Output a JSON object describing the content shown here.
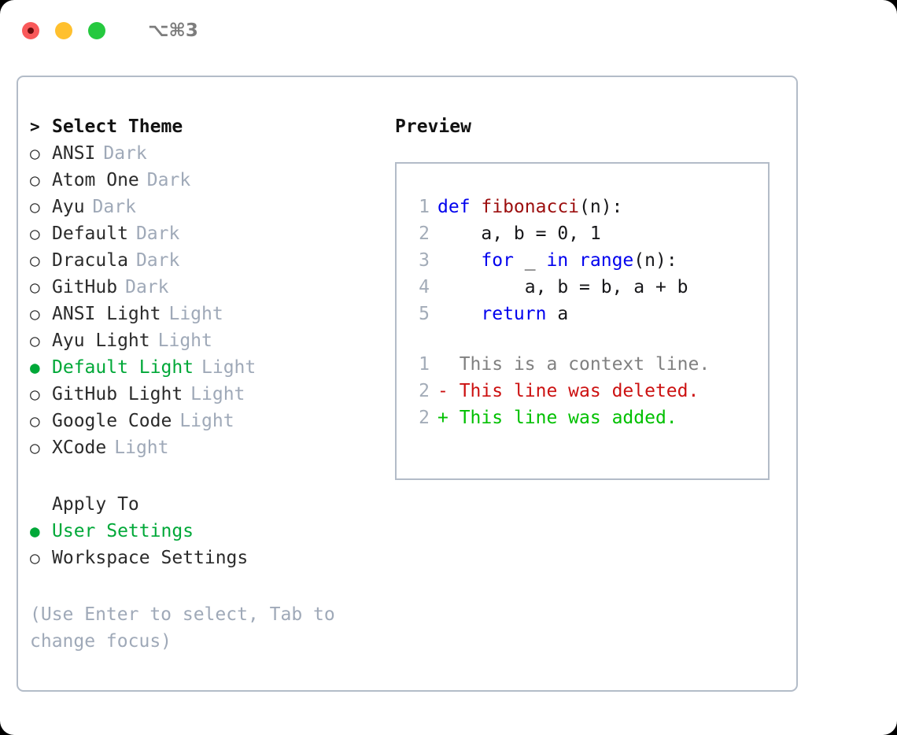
{
  "titlebar": {
    "lights": [
      {
        "name": "close-button",
        "color": "#f9595a"
      },
      {
        "name": "minimize-button",
        "color": "#ffc02e"
      },
      {
        "name": "maximize-button",
        "color": "#25c93f"
      }
    ],
    "shortcut": "⌥⌘3"
  },
  "theme_picker": {
    "prompt_marker": ">",
    "heading": "Select Theme",
    "bullet_unselected": "○",
    "bullet_selected": "●",
    "items": [
      {
        "name": "ANSI",
        "variant": "Dark",
        "selected": false
      },
      {
        "name": "Atom One",
        "variant": "Dark",
        "selected": false
      },
      {
        "name": "Ayu",
        "variant": "Dark",
        "selected": false
      },
      {
        "name": "Default",
        "variant": "Dark",
        "selected": false
      },
      {
        "name": "Dracula",
        "variant": "Dark",
        "selected": false
      },
      {
        "name": "GitHub",
        "variant": "Dark",
        "selected": false
      },
      {
        "name": "ANSI Light",
        "variant": "Light",
        "selected": false
      },
      {
        "name": "Ayu Light",
        "variant": "Light",
        "selected": false
      },
      {
        "name": "Default Light",
        "variant": "Light",
        "selected": true
      },
      {
        "name": "GitHub Light",
        "variant": "Light",
        "selected": false
      },
      {
        "name": "Google Code",
        "variant": "Light",
        "selected": false
      },
      {
        "name": "XCode",
        "variant": "Light",
        "selected": false
      }
    ]
  },
  "apply_to": {
    "heading": "Apply To",
    "options": [
      {
        "label": "User Settings",
        "selected": true
      },
      {
        "label": "Workspace Settings",
        "selected": false
      }
    ]
  },
  "hint": "(Use Enter to select, Tab to change focus)",
  "preview": {
    "title": "Preview",
    "code_lines": [
      {
        "no": "1",
        "tokens": [
          {
            "t": "def ",
            "c": "kw"
          },
          {
            "t": "fibonacci",
            "c": "fn"
          },
          {
            "t": "(n):",
            "c": "plain"
          }
        ]
      },
      {
        "no": "2",
        "tokens": [
          {
            "t": "    a, b = 0, 1",
            "c": "plain"
          }
        ]
      },
      {
        "no": "3",
        "tokens": [
          {
            "t": "    ",
            "c": "plain"
          },
          {
            "t": "for",
            "c": "kw"
          },
          {
            "t": " _ ",
            "c": "plain"
          },
          {
            "t": "in",
            "c": "kw"
          },
          {
            "t": " ",
            "c": "plain"
          },
          {
            "t": "range",
            "c": "builtin"
          },
          {
            "t": "(n):",
            "c": "plain"
          }
        ]
      },
      {
        "no": "4",
        "tokens": [
          {
            "t": "        a, b = b, a + b",
            "c": "plain"
          }
        ]
      },
      {
        "no": "5",
        "tokens": [
          {
            "t": "    ",
            "c": "plain"
          },
          {
            "t": "return",
            "c": "kw"
          },
          {
            "t": " a",
            "c": "plain"
          }
        ]
      }
    ],
    "diff_lines": [
      {
        "no": "1",
        "marker": " ",
        "text": " This is a context line.",
        "kind": "ctx"
      },
      {
        "no": "2",
        "marker": "-",
        "text": " This line was deleted.",
        "kind": "del"
      },
      {
        "no": "2",
        "marker": "+",
        "text": " This line was added.",
        "kind": "add"
      }
    ]
  },
  "colors": {
    "accent_green": "#00a838",
    "muted": "#9fa9b8",
    "border": "#b3bcc8",
    "keyword": "#0000ee",
    "function": "#9c0e0e",
    "diff_add": "#00c000",
    "diff_del": "#cc1111"
  }
}
